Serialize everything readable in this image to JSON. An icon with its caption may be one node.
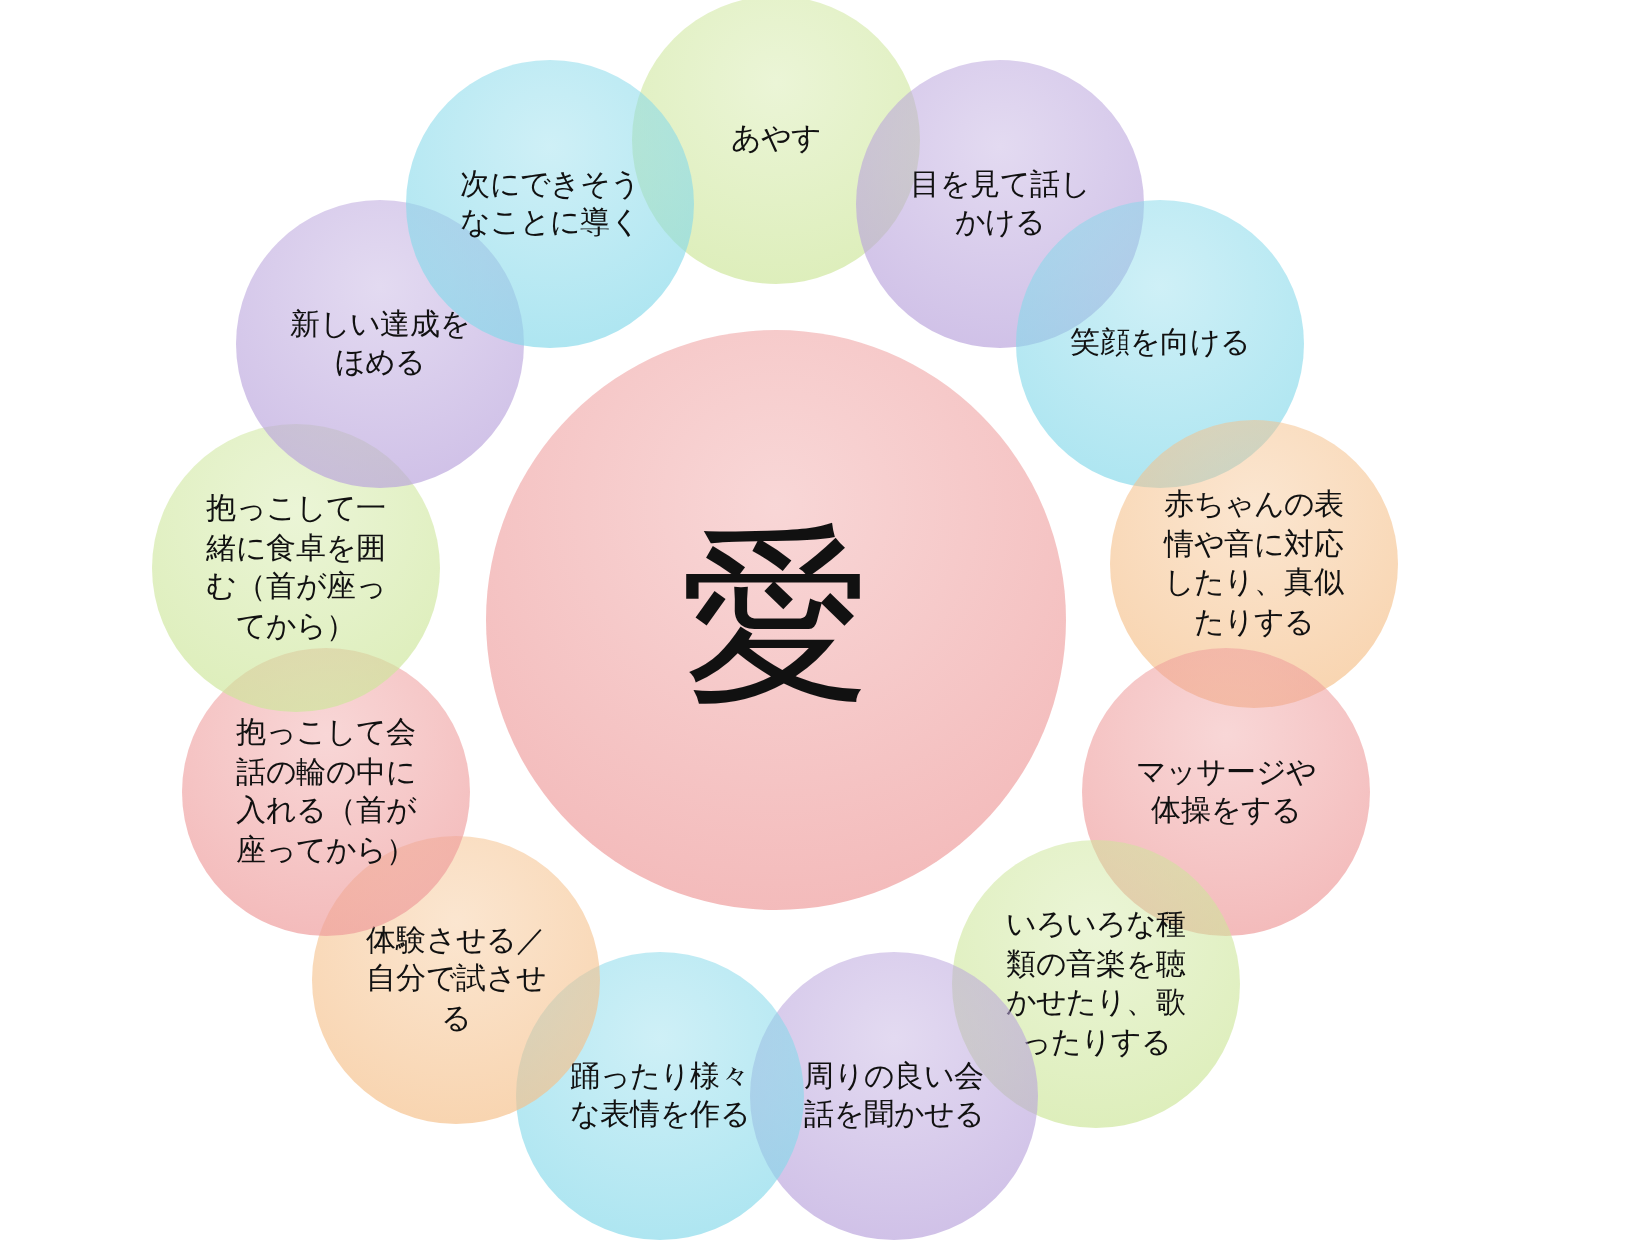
{
  "diagram": {
    "nodes": [
      {
        "text": [
          "愛"
        ]
      },
      {
        "text": [
          "あやす"
        ]
      },
      {
        "text": [
          "目を見て話しかける"
        ]
      },
      {
        "text": [
          "笑顔を向ける"
        ]
      },
      {
        "text": [
          "赤ちゃんの表情や音に対応したり、真似たりする"
        ]
      },
      {
        "text": [
          "マッサージや体操をする"
        ]
      },
      {
        "text": [
          "いろいろな種類の音楽を聴かせたり、歌ったりする"
        ]
      },
      {
        "text": [
          "周りの良い会話を聞かせる"
        ]
      },
      {
        "text": [
          "踊ったり様々な表情を作る"
        ]
      },
      {
        "text": [
          "体験させる／自分で試させる"
        ]
      },
      {
        "text": [
          "抱っこして会話の輪の中に入れる（首が座ってから）"
        ]
      },
      {
        "text": [
          "抱っこして一緒に食卓を囲む（首が座ってから）"
        ]
      },
      {
        "text": [
          "新しい達成をほめる"
        ]
      },
      {
        "text": [
          "次にできそうなことに導く"
        ]
      }
    ]
  }
}
